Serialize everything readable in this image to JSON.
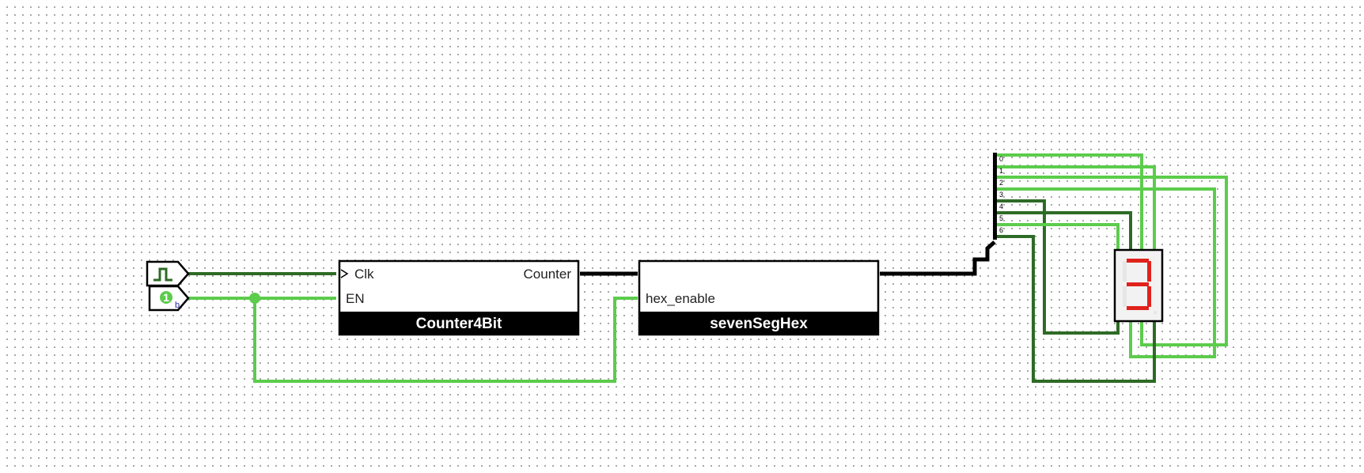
{
  "components": {
    "clock": {
      "icon": "clock-icon"
    },
    "enable_pin": {
      "value": "1",
      "radix": "b"
    },
    "counter": {
      "title": "Counter4Bit",
      "pin_clk": "Clk",
      "pin_en": "EN",
      "pin_out": "Counter"
    },
    "decoder": {
      "title": "sevenSegHex",
      "pin_enable": "hex_enable"
    },
    "splitter": {
      "bits": [
        "0",
        "1",
        "2",
        "3",
        "4",
        "5",
        "6"
      ]
    },
    "display": {
      "shown_digit": "3",
      "segment_color": "#e0221c"
    }
  },
  "colors": {
    "wire_on": "#5ccc4c",
    "wire_off": "#2e6b26",
    "bus": "#000000",
    "block_title_bg": "#000000",
    "block_title_text": "#ffffff"
  }
}
